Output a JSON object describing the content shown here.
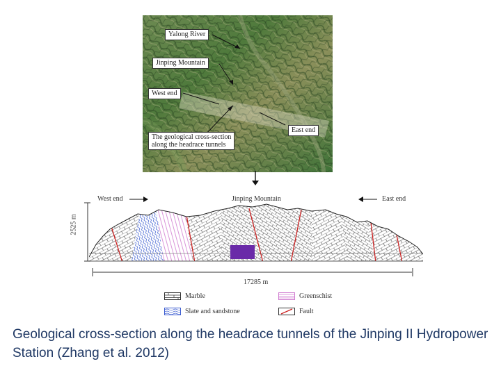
{
  "map": {
    "labels": {
      "river": "Yalong River",
      "mountain": "Jinping Mountain",
      "west_end": "West end",
      "east_end": "East end",
      "section_line1": "The geological cross-section",
      "section_line2": "along the headrace tunnels"
    }
  },
  "section": {
    "west_end": "West end",
    "mountain": "Jinping Mountain",
    "east_end": "East end",
    "height": "2525 m",
    "length": "17285 m"
  },
  "legend": {
    "marble": "Marble",
    "greenschist": "Greenschist",
    "slate": "Slate and sandstone",
    "fault": "Fault"
  },
  "colors": {
    "tunnel": "#6a2aa8",
    "fault": "#cc2222",
    "slate": "#3a5bd0",
    "greenschist": "#d07ad0",
    "caption": "#1f3864"
  },
  "caption": "Geological cross-section along the headrace tunnels of the Jinping II Hydropower Station (Zhang et al. 2012)"
}
